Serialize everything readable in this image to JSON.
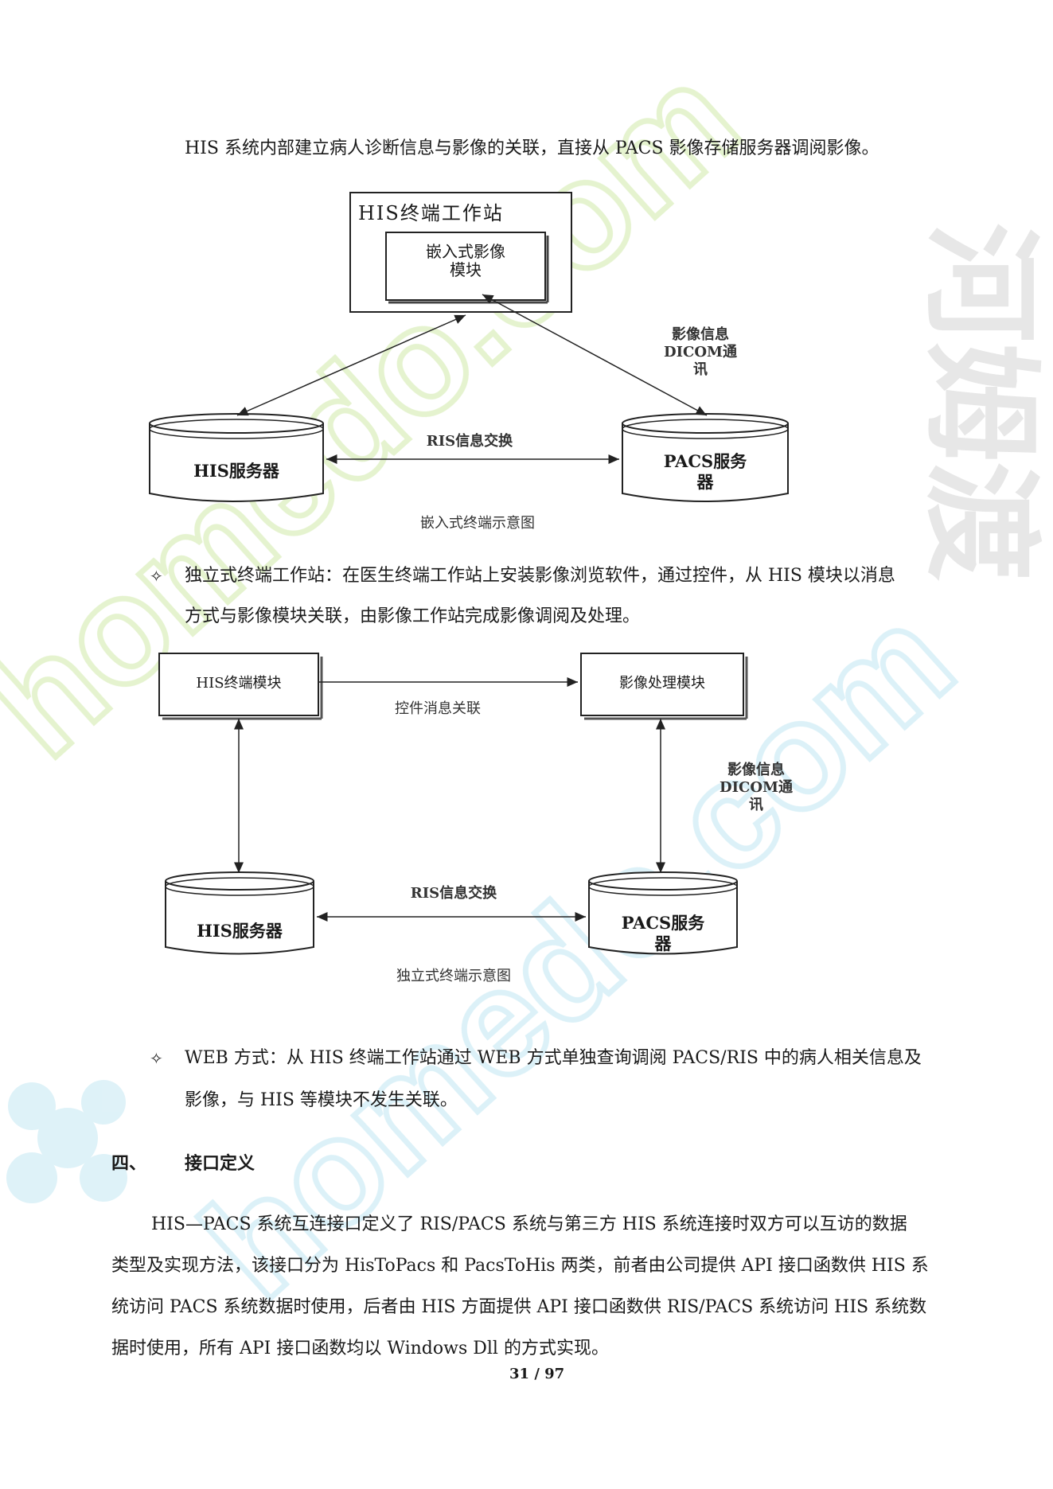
{
  "intro_line": "HIS 系统内部建立病人诊断信息与影像的关联，直接从  PACS 影像存储服务器调阅影像。",
  "diagram1": {
    "workstation": "HIS终端工作站",
    "embedded_module_l1": "嵌入式影像",
    "embedded_module_l2": "模块",
    "image_info_l1": "影像信息",
    "image_info_l2": "DICOM通",
    "image_info_l3": "讯",
    "ris_exchange": "RIS信息交换",
    "his_server": "HIS服务器",
    "pacs_server_l1": "PACS服务",
    "pacs_server_l2": "器",
    "caption": "嵌入式终端示意图"
  },
  "bullet_symbol": "✧",
  "standalone_bullet": {
    "line1": "独立式终端工作站：在医生终端工作站上安装影像浏览软件，通过控件，从 HIS 模块以消息",
    "line2": "方式与影像模块关联，由影像工作站完成影像调阅及处理。"
  },
  "diagram2": {
    "his_module": "HIS终端模块",
    "image_module": "影像处理模块",
    "control_msg": "控件消息关联",
    "image_info_l1": "影像信息",
    "image_info_l2": "DICOM通",
    "image_info_l3": "讯",
    "ris_exchange": "RIS信息交换",
    "his_server": "HIS服务器",
    "pacs_server_l1": "PACS服务",
    "pacs_server_l2": "器",
    "caption": "独立式终端示意图"
  },
  "web_bullet": {
    "line1": "WEB 方式：从 HIS 终端工作站通过 WEB 方式单独查询调阅 PACS/RIS 中的病人相关信息及",
    "line2": "影像，与 HIS 等模块不发生关联。"
  },
  "section": {
    "number": "四、",
    "title": "接口定义"
  },
  "paragraph": {
    "line1": "HIS—PACS 系统互连接口定义了 RIS/PACS 系统与第三方 HIS 系统连接时双方可以互访的数据",
    "line2": "类型及实现方法，该接口分为 HisToPacs 和 PacsToHis 两类，前者由公司提供 API 接口函数供 HIS 系",
    "line3": "统访问 PACS 系统数据时使用，后者由 HIS 方面提供 API 接口函数供 RIS/PACS 系统访问 HIS 系统数",
    "line4": "据时使用，所有 API 接口函数均以 Windows Dll 的方式实现。"
  },
  "page_number": "31 / 97",
  "watermark": {
    "text": "homedo.com",
    "brand": "河姆渡"
  },
  "colors": {
    "watermark_cyan": "#d6f1f8",
    "watermark_green": "#e6f4d2",
    "watermark_gray": "#e6e6e6"
  }
}
